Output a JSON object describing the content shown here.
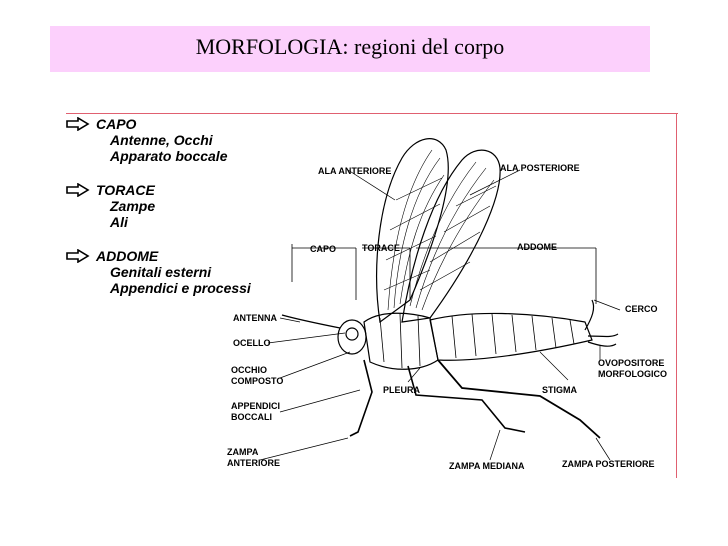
{
  "slide": {
    "title": "MORFOLOGIA: regioni del corpo",
    "accent_bg": "#fcd0fc",
    "frame_color": "#e06070"
  },
  "regions": [
    {
      "name": "CAPO",
      "items": [
        "Antenne, Occhi",
        "Apparato boccale"
      ]
    },
    {
      "name": "TORACE",
      "items": [
        "Zampe",
        "Ali"
      ]
    },
    {
      "name": "ADDOME",
      "items": [
        "Genitali esterni",
        "Appendici e processi"
      ]
    }
  ],
  "diagram_labels": {
    "ala_anteriore": "ALA ANTERIORE",
    "ala_posteriore": "ALA POSTERIORE",
    "capo": "CAPO",
    "torace": "TORACE",
    "addome": "ADDOME",
    "cerco": "CERCO",
    "antenna": "ANTENNA",
    "ocello": "OCELLO",
    "occhio": "OCCHIO",
    "composto": "COMPOSTO",
    "appendici": "APPENDICI",
    "boccali": "BOCCALI",
    "zampa_anteriore_1": "ZAMPA",
    "zampa_anteriore_2": "ANTERIORE",
    "pleura": "PLEURA",
    "stigma": "STIGMA",
    "ovopositore": "OVOPOSITORE",
    "morfologico": "MORFOLOGICO",
    "zampa_mediana": "ZAMPA MEDIANA",
    "zampa_posteriore": "ZAMPA POSTERIORE"
  }
}
